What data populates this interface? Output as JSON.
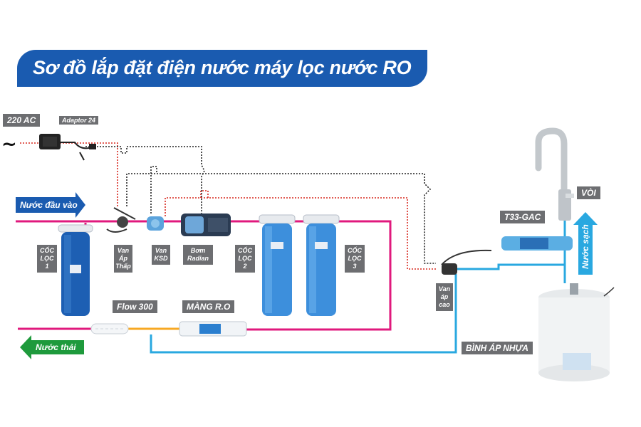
{
  "title": "Sơ đồ lắp đặt điện nước máy lọc nước RO",
  "labels": {
    "power": "220 AC",
    "adaptor": "Adaptor 24",
    "inlet": "Nước đầu vào",
    "waste": "Nước thải",
    "clean": "Nước sạch",
    "cup1": "CỐC LỌC 1",
    "cup2": "CỐC LỌC 2",
    "cup3": "CỐC LỌC 3",
    "low_valve": "Van Áp Thấp",
    "ksd_valve": "Van KSD",
    "pump": "Bơm Radian",
    "flow": "Flow 300",
    "membrane": "MÀNG R.O",
    "high_valve": "Van áp cao",
    "tank": "BÌNH ÁP NHỰA",
    "post_filter": "T33-GAC",
    "faucet": "VÒI"
  },
  "icons": {
    "ac": "tilde-symbol",
    "inlet_arrow": "arrow-right-icon",
    "waste_arrow": "arrow-left-icon",
    "clean_arrow": "arrow-up-icon"
  },
  "colors": {
    "banner": "#1a5bb0",
    "raw_water": "#e0197d",
    "clean_water": "#29a8e0",
    "waste_water": "#f7a823",
    "inlet_arrow": "#1a5bb0",
    "waste_arrow": "#1e9a3c",
    "electric_red": "#d7281f",
    "electric_black": "#222222",
    "tag": "#6d6e71"
  }
}
